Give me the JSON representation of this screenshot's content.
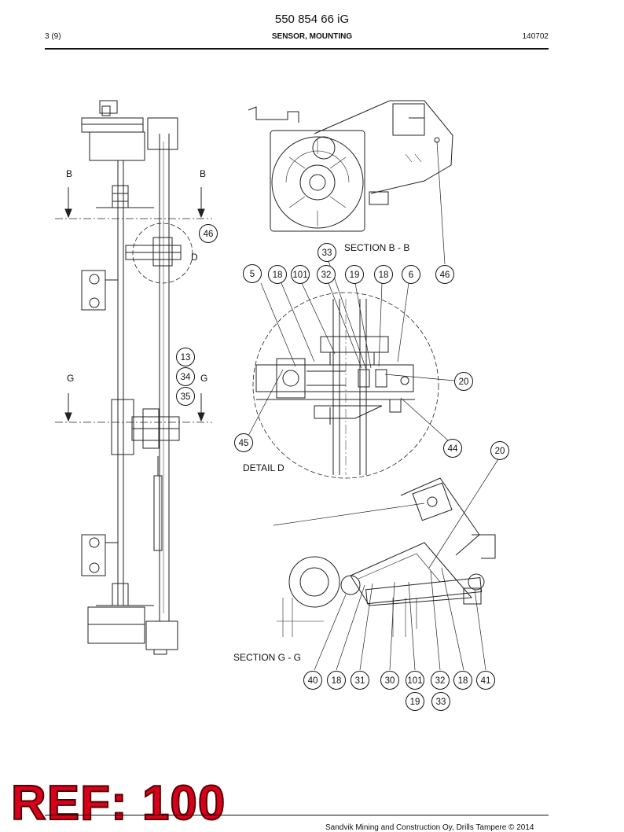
{
  "header": {
    "doc_number": "550 854 66 iG",
    "page": "3 (9)",
    "title": "SENSOR, MOUNTING",
    "date": "140702"
  },
  "section_letters": {
    "b_left": "B",
    "b_right": "B",
    "d": "D",
    "g_left": "G",
    "g_right": "G"
  },
  "view_titles": {
    "section_bb": "SECTION B - B",
    "detail_d": "DETAIL D",
    "section_gg": "SECTION G - G"
  },
  "balloons": {
    "b46_main": "46",
    "b13": "13",
    "b34": "34",
    "b35": "35",
    "b33_top": "33",
    "b5": "5",
    "b18_a": "18",
    "b101_a": "101",
    "b32_a": "32",
    "b19_a": "19",
    "b18_b": "18",
    "b6": "6",
    "b46_bb": "46",
    "b20_a": "20",
    "b45": "45",
    "b44": "44",
    "b20_b": "20",
    "b40": "40",
    "b18_c": "18",
    "b31": "31",
    "b30": "30",
    "b101_b": "101",
    "b32_b": "32",
    "b18_d": "18",
    "b41": "41",
    "b19_b": "19",
    "b33_b": "33"
  },
  "watermark": "REF: 100",
  "footer": {
    "copyright": "Sandvik Mining and Construction Oy, Drills Tampere © 2014"
  }
}
